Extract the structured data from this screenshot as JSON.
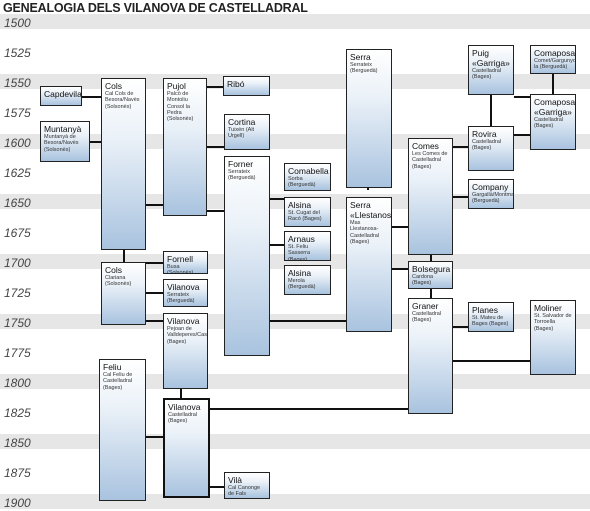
{
  "title": "GENEALOGIA DELS VILANOVA DE CASTELLADRAL",
  "years": [
    "1500",
    "1525",
    "1550",
    "1575",
    "1600",
    "1625",
    "1650",
    "1675",
    "1700",
    "1725",
    "1750",
    "1775",
    "1800",
    "1825",
    "1850",
    "1875",
    "1900"
  ],
  "people": {
    "capdevila": {
      "name": "Capdevila",
      "desc": ""
    },
    "muntanya": {
      "name": "Muntanyà",
      "desc": "Muntanyà de Besora/Navès (Solsonès)"
    },
    "cols1": {
      "name": "Cols",
      "desc": "Cal Cols de Besora/Navès (Solsonès)"
    },
    "cols2": {
      "name": "Cols",
      "desc": "Clariana (Solsonès)"
    },
    "pujol": {
      "name": "Pujol",
      "desc": "Palcò de Montoliu Consol la Pedra (Solsonès)"
    },
    "ribo": {
      "name": "Ribó",
      "desc": ""
    },
    "cortina": {
      "name": "Cortina",
      "desc": "Tuixén (Alt Urgell)"
    },
    "forner": {
      "name": "Forner",
      "desc": "Serrateix (Berguedà)"
    },
    "comabella": {
      "name": "Comabella",
      "desc": "Sorba (Berguedà)"
    },
    "alsina1": {
      "name": "Alsina",
      "desc": "St. Cugat del Racó (Bages)"
    },
    "arnaus": {
      "name": "Arnaus",
      "desc": "St. Feliu Sasserra (Bages)"
    },
    "alsina2": {
      "name": "Alsina",
      "desc": "Merola (Berguedà)"
    },
    "fornell": {
      "name": "Fornell",
      "desc": "Busa (Solsonès)"
    },
    "vilanova1": {
      "name": "Vilanova",
      "desc": "Serrateix (Berguedà)"
    },
    "vilanova2": {
      "name": "Vilanova",
      "desc": "Pejoan de Valldeperes/Castelladral (Bages)"
    },
    "feliu": {
      "name": "Feliu",
      "desc": "Cal Feliu de Castelladral (Bages)"
    },
    "vilanova3": {
      "name": "Vilanova",
      "desc": "Castelladral (Bages)"
    },
    "vila": {
      "name": "Vilà",
      "desc": "Cal Canonge de Fals (Bages)"
    },
    "serra1": {
      "name": "Serra",
      "desc": "Serrateix (Berguedà)"
    },
    "serra2": {
      "name": "Serra «Llestanosa»",
      "desc": "Mas Llestanosa-Castelladral (Bages)"
    },
    "comes": {
      "name": "Comes",
      "desc": "Les Comes de Castelladral (Bages)"
    },
    "bolsegura": {
      "name": "Bolsegura",
      "desc": "Cardona (Bages)"
    },
    "graner": {
      "name": "Graner",
      "desc": "Castelladral (Bages)"
    },
    "puig": {
      "name": "Puig «Garriga»",
      "desc": "Castelladral (Bages)"
    },
    "comaposada1": {
      "name": "Comaposada",
      "desc": "Comet/Gargunyo la (Berguedà)"
    },
    "comaposada2": {
      "name": "Comaposada «Garriga»",
      "desc": "Castelladral (Bages)"
    },
    "rovira": {
      "name": "Rovira",
      "desc": "Castelladral (Bages)"
    },
    "company": {
      "name": "Company",
      "desc": "Gargallà/Montmajor (Berguedà)"
    },
    "planes": {
      "name": "Planes",
      "desc": "St. Mateu de Bages (Bages)"
    },
    "moliner": {
      "name": "Moliner",
      "desc": "St. Salvador de Torroella (Bages)"
    }
  }
}
